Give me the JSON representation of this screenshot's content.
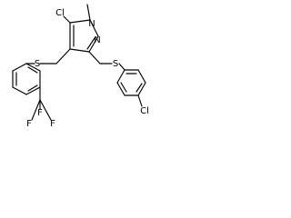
{
  "atoms": {
    "cl1": "Cl",
    "n_methyl": "N",
    "n_ring": "N",
    "s_left": "S",
    "s_right": "S",
    "f_top": "F",
    "f_left": "F",
    "f_right": "F",
    "cl2": "Cl"
  }
}
